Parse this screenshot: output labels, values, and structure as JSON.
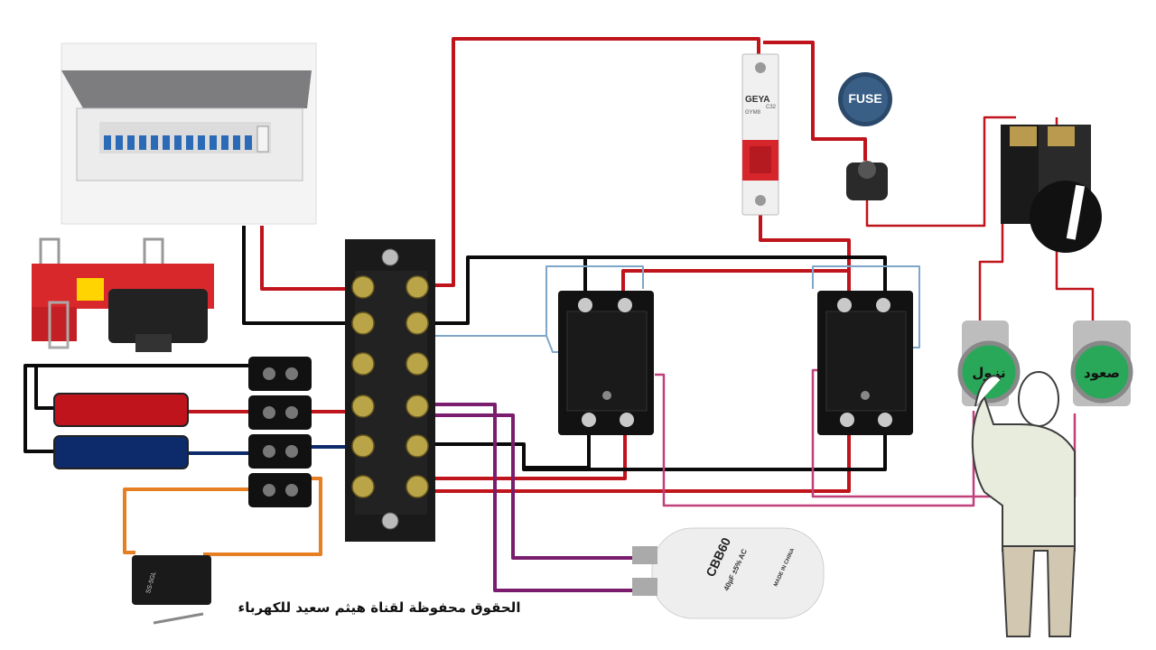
{
  "colors": {
    "live": "#c0141c",
    "neutral": "#0a0a0a",
    "control": "#7fa6c9",
    "capacitor": "#7a1d6e",
    "pink": "#c0407a",
    "switch": "#e67e22",
    "neutral_busbar_blue": "#0d2a6b",
    "button_green": "#2aa859",
    "hoist_red": "#d8282c"
  },
  "breaker": {
    "brand": "GEYA",
    "model": "GYM8",
    "rating": "C32"
  },
  "fuse": {
    "label": "FUSE"
  },
  "buttons": {
    "down_label": "نزول",
    "up_label": "صعود"
  },
  "capacitor": {
    "model": "CBB60",
    "value": "40µF ±5% AC",
    "origin": "MADE IN CHINA"
  },
  "limit_switch": {
    "model": "SS-5GL"
  },
  "watermark": "الحقوق محفوظة لقناة هيثم سعيد للكهرباء",
  "icons": [
    "distribution-board-icon",
    "electric-hoist-icon",
    "terminal-block-icon",
    "contactor-icon",
    "circuit-breaker-icon",
    "fuse-holder-icon",
    "selector-switch-icon",
    "push-button-icon",
    "capacitor-icon",
    "limit-switch-icon",
    "hand-pointer-icon"
  ]
}
